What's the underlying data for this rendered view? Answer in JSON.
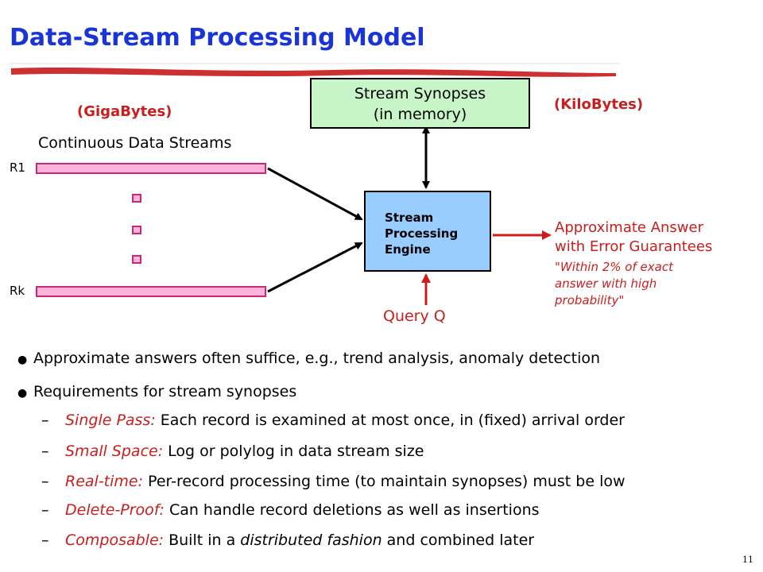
{
  "title": "Data-Stream Processing Model",
  "diagram": {
    "gigabytes_label": "(GigaBytes)",
    "kilobytes_label": "(KiloBytes)",
    "streams_label": "Continuous Data Streams",
    "stream_first": "R1",
    "stream_last": "Rk",
    "synopses": {
      "line1": "Stream Synopses",
      "line2": "(in memory)"
    },
    "engine": {
      "line1": "Stream",
      "line2": "Processing",
      "line3": "Engine"
    },
    "query": "Query Q",
    "answer": {
      "line1": "Approximate Answer",
      "line2": "with Error Guarantees",
      "quote1": "\"Within 2% of exact",
      "quote2": "answer with high",
      "quote3": "probability\""
    }
  },
  "bullets": {
    "b1": "Approximate answers often suffice, e.g., trend analysis, anomaly detection",
    "b2": "Requirements for stream synopses",
    "items": [
      {
        "term": "Single Pass:",
        "text": " Each record is examined at most once, in (fixed) arrival order"
      },
      {
        "term": "Small Space:",
        "text": " Log or polylog in data stream size"
      },
      {
        "term": "Real-time:",
        "text": " Per-record processing time (to maintain synopses) must be low"
      },
      {
        "term": "Delete-Proof:",
        "text": "  Can handle record deletions as well as insertions"
      },
      {
        "term": "Composable:",
        "text_pre": "  Built in a ",
        "text_ital": "distributed fashion",
        "text_post": " and combined later"
      }
    ]
  },
  "colors": {
    "title": "#1a35d6",
    "accent_red": "#c81e1e",
    "synopses_fill": "#c8f5c8",
    "engine_fill": "#99ccff",
    "stream_fill": "#ffb3d9",
    "stream_border": "#c8287a"
  },
  "page_number": "11"
}
